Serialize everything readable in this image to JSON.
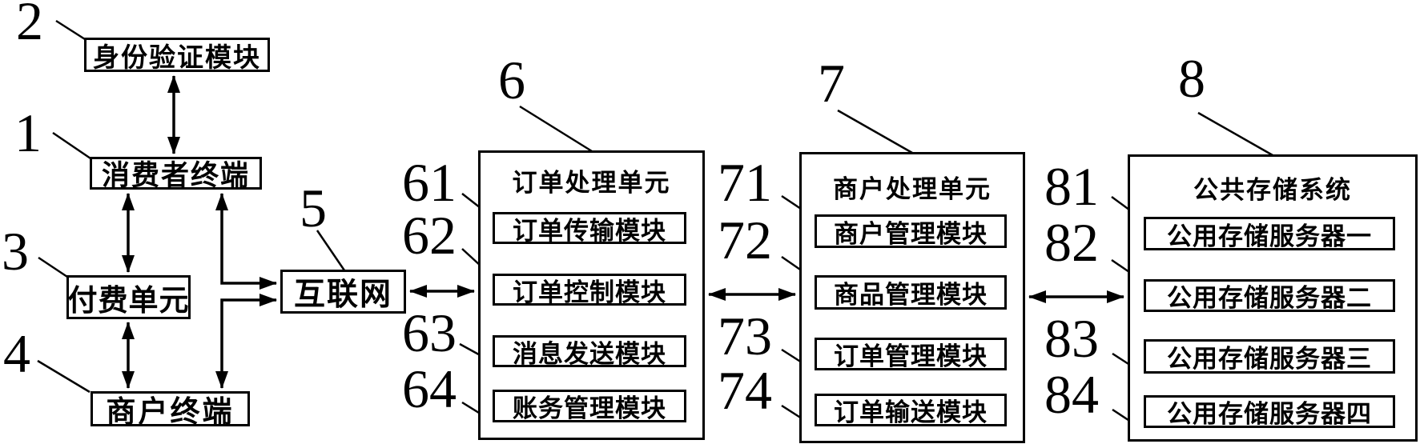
{
  "figure": {
    "type": "block-diagram",
    "colors": {
      "ink": "#000000",
      "background": "#ffffff"
    },
    "nodes": {
      "b1": {
        "num": "1",
        "label": "消费者终端"
      },
      "b2": {
        "num": "2",
        "label": "身份验证模块"
      },
      "b3": {
        "num": "3",
        "label": "付费单元"
      },
      "b4": {
        "num": "4",
        "label": "商户终端"
      },
      "b5": {
        "num": "5",
        "label": "互联网"
      },
      "b6": {
        "num": "6",
        "label": "订单处理单元",
        "items": [
          {
            "num": "61",
            "label": "订单传输模块"
          },
          {
            "num": "62",
            "label": "订单控制模块"
          },
          {
            "num": "63",
            "label": "消息发送模块"
          },
          {
            "num": "64",
            "label": "账务管理模块"
          }
        ]
      },
      "b7": {
        "num": "7",
        "label": "商户处理单元",
        "items": [
          {
            "num": "71",
            "label": "商户管理模块"
          },
          {
            "num": "72",
            "label": "商品管理模块"
          },
          {
            "num": "73",
            "label": "订单管理模块"
          },
          {
            "num": "74",
            "label": "订单输送模块"
          }
        ]
      },
      "b8": {
        "num": "8",
        "label": "公共存储系统",
        "items": [
          {
            "num": "81",
            "label": "公用存储服务器一"
          },
          {
            "num": "82",
            "label": "公用存储服务器二"
          },
          {
            "num": "83",
            "label": "公用存储服务器三"
          },
          {
            "num": "84",
            "label": "公用存储服务器四"
          }
        ]
      }
    },
    "connections": [
      "身份验证模块 ↔ 消费者终端",
      "消费者终端 ↔ 付费单元",
      "付费单元 ↔ 商户终端",
      "消费者终端 → 互联网",
      "互联网 → 商户终端",
      "互联网 ↔ 订单处理单元",
      "订单处理单元 ↔ 商户处理单元",
      "商户处理单元 ↔ 公共存储系统"
    ]
  }
}
